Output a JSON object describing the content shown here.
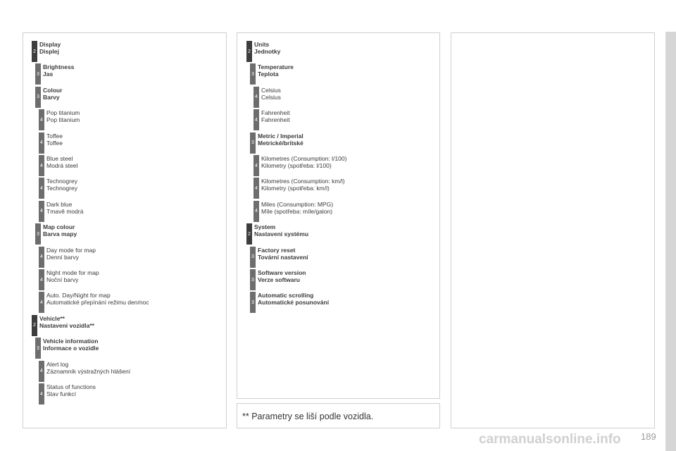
{
  "left_items": [
    {
      "level": "2",
      "en": "Display",
      "cz": "Displej"
    },
    {
      "level": "3",
      "en": "Brightness",
      "cz": "Jas"
    },
    {
      "level": "3",
      "en": "Colour",
      "cz": "Barvy"
    },
    {
      "level": "4",
      "en": "Pop titanium",
      "cz": "Pop titanium"
    },
    {
      "level": "4",
      "en": "Toffee",
      "cz": "Toffee"
    },
    {
      "level": "4",
      "en": "Blue steel",
      "cz": "Modrá steel"
    },
    {
      "level": "4",
      "en": "Technogrey",
      "cz": "Technogrey"
    },
    {
      "level": "4",
      "en": "Dark blue",
      "cz": "Tmavě modrá"
    },
    {
      "level": "3",
      "en": "Map colour",
      "cz": "Barva mapy"
    },
    {
      "level": "4",
      "en": "Day mode for map",
      "cz": "Denní barvy"
    },
    {
      "level": "4",
      "en": "Night mode for map",
      "cz": "Noční barvy"
    },
    {
      "level": "4",
      "en": "Auto. Day/Night for map",
      "cz": "Automatické přepínání režimu den/noc"
    },
    {
      "level": "2",
      "en": "Vehicle**",
      "cz": "Nastavení vozidla**"
    },
    {
      "level": "3",
      "en": "Vehicle information",
      "cz": "Informace o vozidle"
    },
    {
      "level": "4",
      "en": "Alert log",
      "cz": "Záznamník výstražných hlášení"
    },
    {
      "level": "4",
      "en": "Status of functions",
      "cz": "Stav funkcí"
    }
  ],
  "right_items": [
    {
      "level": "2",
      "en": "Units",
      "cz": "Jednotky"
    },
    {
      "level": "3",
      "en": "Temperature",
      "cz": "Teplota"
    },
    {
      "level": "4",
      "en": "Celsius",
      "cz": "Celsius"
    },
    {
      "level": "4",
      "en": "Fahrenheit",
      "cz": "Fahrenheit"
    },
    {
      "level": "3",
      "en": "Metric / Imperial",
      "cz": "Metrické/britské"
    },
    {
      "level": "4",
      "en": "Kilometres (Consumption: l/100)",
      "cz": "Kilometry (spotřeba: l/100)"
    },
    {
      "level": "4",
      "en": "Kilometres (Consumption: km/l)",
      "cz": "Kilometry (spotřeba: km/l)"
    },
    {
      "level": "4",
      "en": "Miles (Consumption: MPG)",
      "cz": "Míle (spotřeba: míle/galon)"
    },
    {
      "level": "2",
      "en": "System",
      "cz": "Nastavení systému"
    },
    {
      "level": "3",
      "en": "Factory reset",
      "cz": "Tovární nastavení"
    },
    {
      "level": "3",
      "en": "Software version",
      "cz": "Verze softwaru"
    },
    {
      "level": "3",
      "en": "Automatic scrolling",
      "cz": "Automatické posunování"
    }
  ],
  "footnote": "** Parametry se liší podle vozidla.",
  "page_number": "189",
  "watermark": "carmanualsonline.info"
}
